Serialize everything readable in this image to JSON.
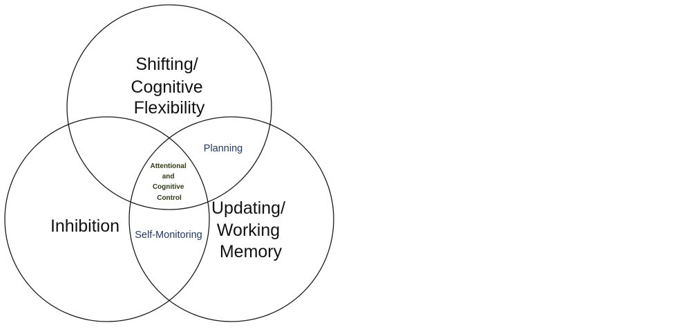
{
  "circles": {
    "top": {
      "label_lines": [
        "Shifting/",
        "Cognitive",
        "Flexibility"
      ]
    },
    "left": {
      "label_lines": [
        "Inhibition"
      ]
    },
    "right": {
      "label_lines": [
        "Updating/",
        "Working",
        "Memory"
      ]
    }
  },
  "overlaps": {
    "top_right": {
      "label": "Planning"
    },
    "left_right": {
      "label": "Self-Monitoring"
    },
    "center": {
      "label_lines": [
        "Attentional",
        "and",
        "Cognitive",
        "Control"
      ]
    }
  },
  "colors": {
    "outline": "#1a1a1a",
    "main_text": "#111111",
    "overlap_text": "#1f3864",
    "center_text": "#2b3a10"
  }
}
